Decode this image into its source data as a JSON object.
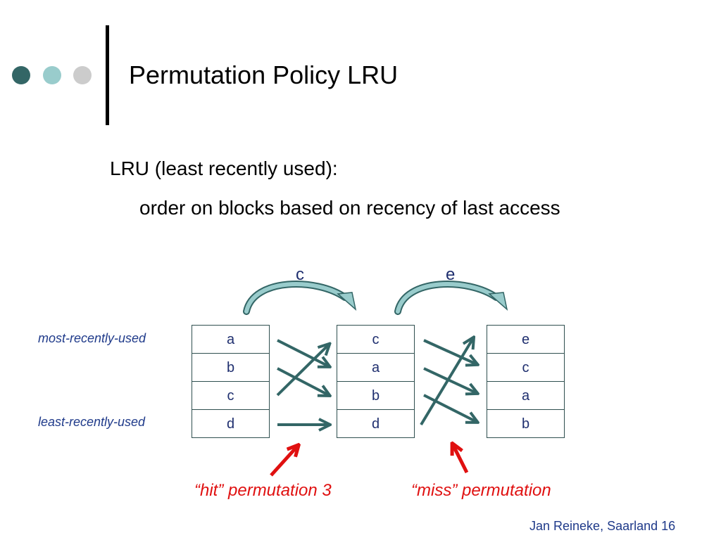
{
  "slide": {
    "title": "Permutation Policy LRU",
    "line1": "LRU (least recently used):",
    "line2": "order on blocks based on recency of last access"
  },
  "diagram": {
    "label_top": "most-recently-used",
    "label_bottom": "least-recently-used",
    "columns": [
      {
        "cells": [
          "a",
          "b",
          "c",
          "d"
        ]
      },
      {
        "cells": [
          "c",
          "a",
          "b",
          "d"
        ]
      },
      {
        "cells": [
          "e",
          "c",
          "a",
          "b"
        ]
      }
    ],
    "accesses": [
      "c",
      "e"
    ],
    "captions": [
      "“hit” permutation 3",
      "“miss” permutation"
    ]
  },
  "footer": "Jan Reineke, Saarland 16",
  "colors": {
    "arrow": "#336666",
    "curved_arrow_fill": "#99cccc",
    "highlight": "#e01010",
    "label": "#1f3a8a"
  }
}
